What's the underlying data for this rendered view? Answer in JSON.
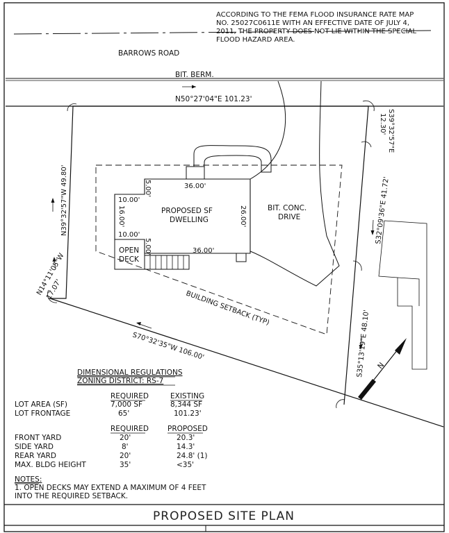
{
  "fema_note": [
    "ACCORDING TO THE FEMA FLOOD INSURANCE RATE MAP",
    "NO. 25027C0611E WITH AN EFFECTIVE DATE OF JULY 4,",
    "2011, THE PROPERTY DOES NOT LIE WITHIN THE SPECIAL",
    "FLOOD HAZARD AREA."
  ],
  "road": {
    "name": "BARROWS ROAD",
    "berm": "BIT. BERM."
  },
  "bearings": {
    "north_line": "N50°27'04\"E 101.23'",
    "northeast_short": "S39°32'57\"E",
    "northeast_short_dist": "12.30'",
    "east_upper": "S32°09'36\"E 41.72'",
    "east_lower": "S35°13'19\"E 48.10'",
    "south_line": "S70°32'35\"W 106.00'",
    "west_upper": "N39°32'57\"W 49.80'",
    "west_lower_bearing": "N14°11'05\"W",
    "west_lower_dist": "17.07'"
  },
  "labels": {
    "dwelling_line1": "PROPOSED SF",
    "dwelling_line2": "DWELLING",
    "drive_line1": "BIT. CONC.",
    "drive_line2": "DRIVE",
    "deck_line1": "OPEN",
    "deck_line2": "DECK",
    "setback": "BUILDING SETBACK (TYP)",
    "north_arrow": "N"
  },
  "dimensions": {
    "top": "36.00'",
    "bottom": "36.00'",
    "right": "26.00'",
    "left": "16.00'",
    "notch_top": "5.00'",
    "notch_left_top": "10.00'",
    "notch_left_bottom": "10.00'",
    "notch_bottom": "5.00'"
  },
  "regulations": {
    "heading": "DIMENSIONAL REGULATIONS",
    "zoning": "ZONING DISTRICT:   RS-7",
    "col_required": "REQUIRED",
    "col_existing": "EXISTING",
    "col_proposed": "PROPOSED",
    "table1": [
      {
        "label": "LOT AREA (SF)",
        "required": "7,000 SF",
        "existing": "8,344 SF"
      },
      {
        "label": "LOT FRONTAGE",
        "required": "65'",
        "existing": "101.23'"
      }
    ],
    "table2": [
      {
        "label": "FRONT YARD",
        "required": "20'",
        "proposed": "20.3'"
      },
      {
        "label": "SIDE YARD",
        "required": "8'",
        "proposed": "14.3'"
      },
      {
        "label": "REAR YARD",
        "required": "20'",
        "proposed": "24.8' (1)"
      },
      {
        "label": "MAX. BLDG HEIGHT",
        "required": "35'",
        "proposed": "<35'"
      }
    ]
  },
  "notes": {
    "heading": "NOTES:",
    "lines": [
      "1. OPEN DECKS MAY EXTEND A MAXIMUM OF 4 FEET",
      "INTO THE REQUIRED SETBACK."
    ]
  },
  "title_block": {
    "title": "PROPOSED SITE PLAN"
  }
}
